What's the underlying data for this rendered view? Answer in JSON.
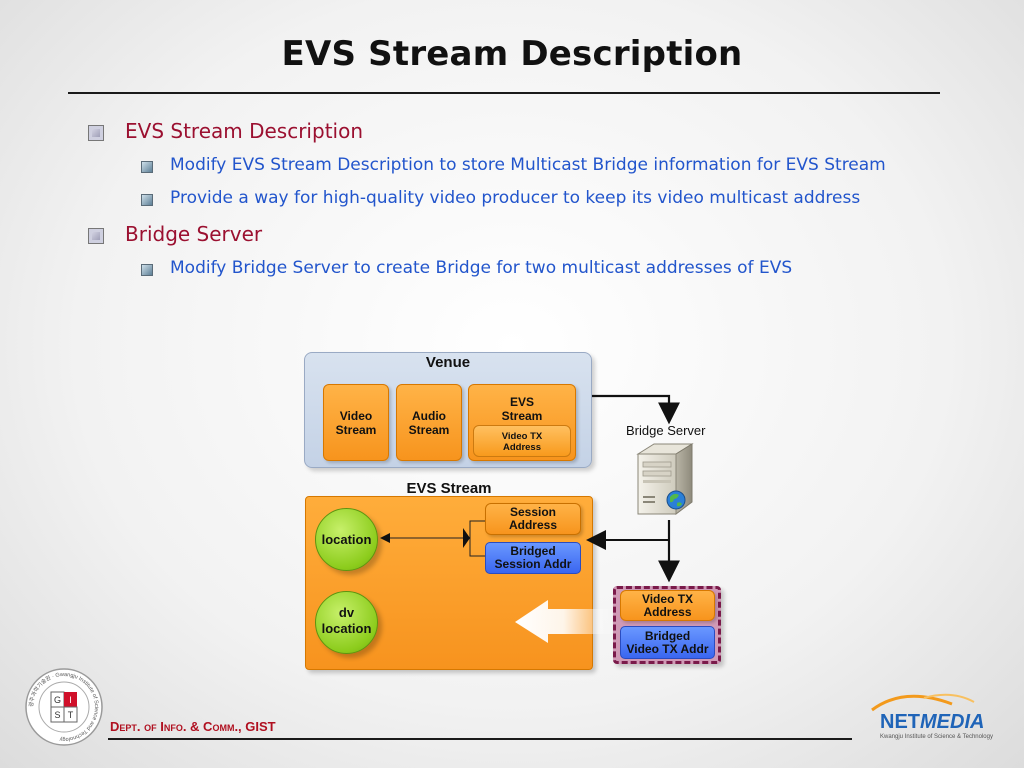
{
  "slide": {
    "title": "EVS Stream Description"
  },
  "bullets": [
    {
      "text": "EVS Stream Description",
      "children": [
        "Modify EVS Stream Description to store Multicast Bridge information for EVS Stream",
        "Provide a way for high-quality video producer to keep its video multicast address"
      ]
    },
    {
      "text": "Bridge Server",
      "children": [
        "Modify Bridge Server to create Bridge for two multicast addresses of EVS"
      ]
    }
  ],
  "diagram": {
    "venue": {
      "title": "Venue",
      "video_stream": [
        "Video",
        "Stream"
      ],
      "audio_stream": [
        "Audio",
        "Stream"
      ],
      "evs_stream": [
        "EVS",
        "Stream"
      ],
      "video_tx_address": [
        "Video TX",
        "Address"
      ]
    },
    "bridge_server_label": "Bridge Server",
    "evs_stream": {
      "title": "EVS Stream",
      "location": "location",
      "dv_location": [
        "dv",
        "location"
      ],
      "session_address": [
        "Session",
        "Address"
      ],
      "bridged_session_addr": [
        "Bridged",
        "Session Addr"
      ]
    },
    "video_tx": {
      "address": [
        "Video TX",
        "Address"
      ],
      "bridged": [
        "Bridged",
        "Video TX Addr"
      ]
    },
    "colors": {
      "orange": "#f7941d",
      "green": "#8ccc1c",
      "blue": "#3a66f0",
      "venue_blue": "#c4d2e6"
    }
  },
  "footer": {
    "dept": "Dept. of Info. & Comm., GIST"
  },
  "logos": {
    "gist_letters": [
      "G",
      "I",
      "S",
      "T"
    ],
    "gist_ring": "광주과학기술원 · Gwangju Institute of Science and Technology",
    "netmedia_net": "NET",
    "netmedia_media": "MEDIA",
    "netmedia_sub": "Kwangju Institute of Science & Technology"
  }
}
